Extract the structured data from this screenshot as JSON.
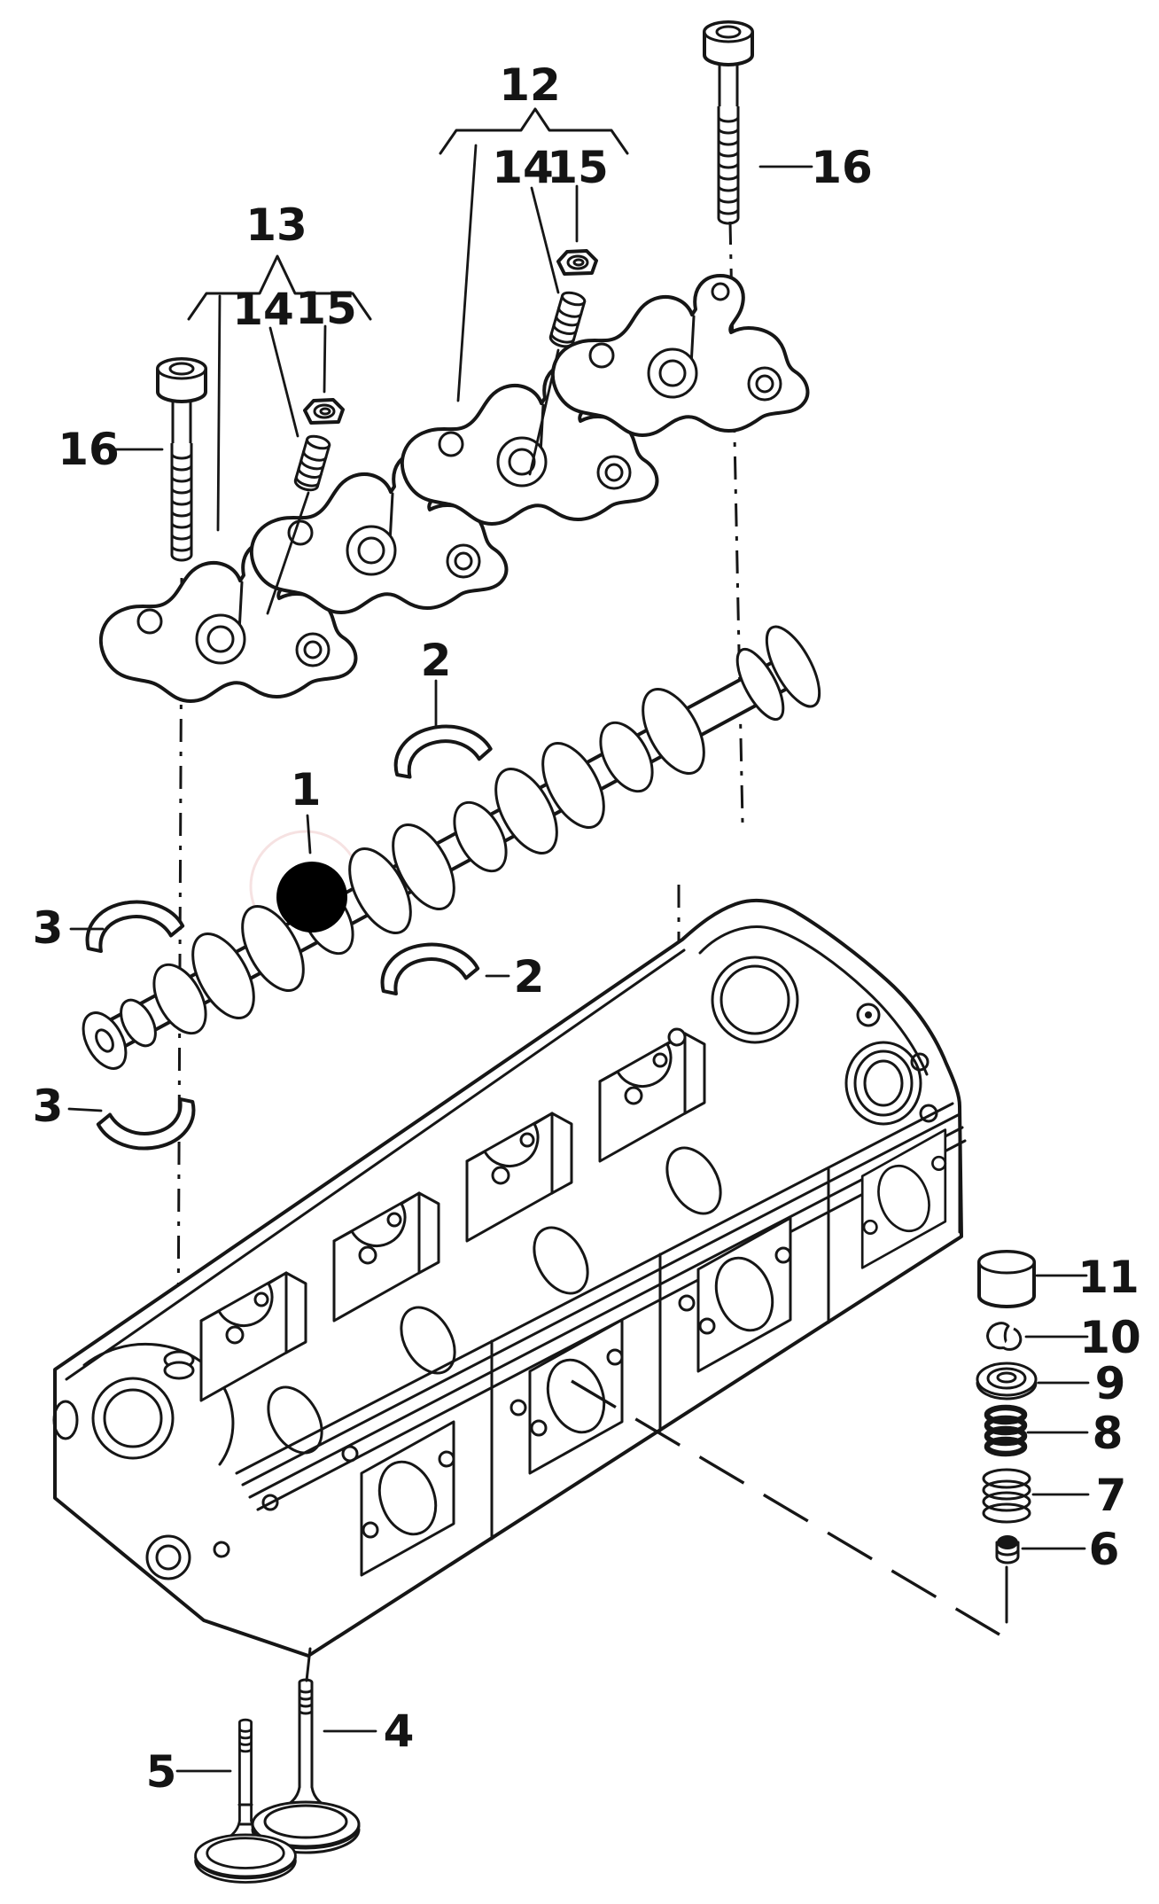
{
  "diagram": {
    "kind": "exploded-parts-diagram",
    "subject": "cylinder-head-valvetrain",
    "colors": {
      "line": "#161616",
      "background": "#ffffff",
      "highlight_dot": "#000000",
      "highlight_ring": "#eecaca"
    },
    "callouts": [
      {
        "label": "12",
        "points_to": "rocker-shaft-assembly-group"
      },
      {
        "label": "14",
        "points_to": "adjusting-screw-upper"
      },
      {
        "label": "15",
        "points_to": "nut-upper"
      },
      {
        "label": "16",
        "points_to": "socket-head-bolt-right"
      },
      {
        "label": "13",
        "points_to": "rocker-shaft-assembly-group"
      },
      {
        "label": "14",
        "points_to": "adjusting-screw-left"
      },
      {
        "label": "15",
        "points_to": "nut-left"
      },
      {
        "label": "16",
        "points_to": "socket-head-bolt-left"
      },
      {
        "label": "2",
        "points_to": "bearing-shell-upper"
      },
      {
        "label": "1",
        "points_to": "camshaft"
      },
      {
        "label": "2",
        "points_to": "bearing-shell-upper"
      },
      {
        "label": "3",
        "points_to": "bearing-shell-lower"
      },
      {
        "label": "3",
        "points_to": "bearing-shell-lower"
      },
      {
        "label": "11",
        "points_to": "tappet-cap"
      },
      {
        "label": "10",
        "points_to": "valve-keepers"
      },
      {
        "label": "9",
        "points_to": "spring-retainer"
      },
      {
        "label": "8",
        "points_to": "inner-valve-spring"
      },
      {
        "label": "7",
        "points_to": "outer-valve-spring"
      },
      {
        "label": "6",
        "points_to": "valve-stem-seal"
      },
      {
        "label": "4",
        "points_to": "valve-long"
      },
      {
        "label": "5",
        "points_to": "valve-short"
      }
    ],
    "parts": [
      "camshaft",
      "bearing-shell",
      "cylinder-head",
      "rocker-shaft-assembly",
      "adjusting-screw",
      "nut",
      "socket-head-bolt",
      "valve",
      "valve-stem-seal",
      "outer-valve-spring",
      "inner-valve-spring",
      "spring-retainer",
      "valve-keepers",
      "tappet-cap"
    ]
  }
}
